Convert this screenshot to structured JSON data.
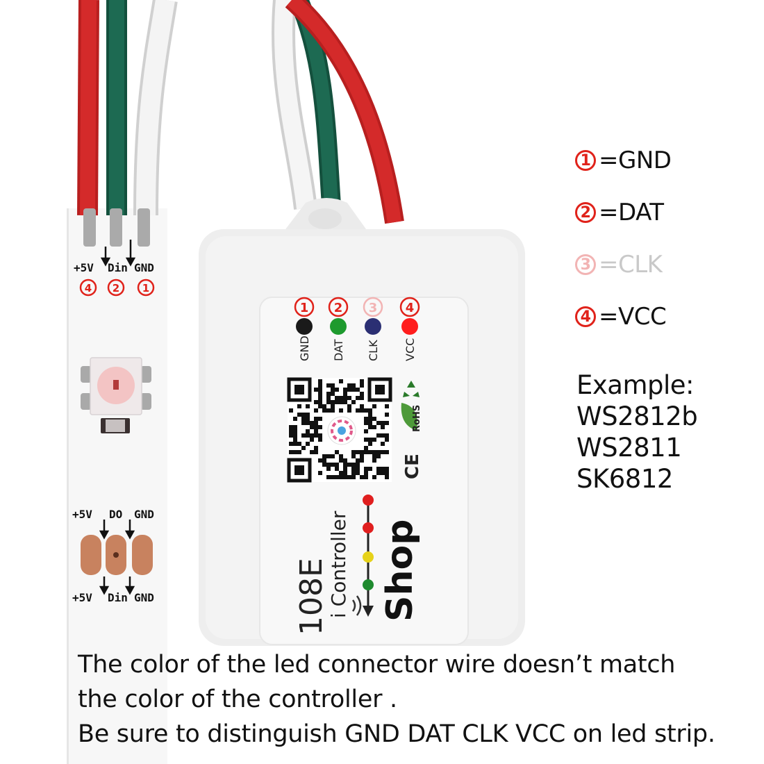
{
  "legend": [
    {
      "num": "1",
      "text": "=GND",
      "faded": false
    },
    {
      "num": "2",
      "text": "=DAT",
      "faded": false
    },
    {
      "num": "3",
      "text": "=CLK",
      "faded": true
    },
    {
      "num": "4",
      "text": "=VCC",
      "faded": false
    }
  ],
  "example": {
    "title": "Example:",
    "items": [
      "WS2812b",
      "WS2811",
      "SK6812"
    ]
  },
  "caption": {
    "line1": "The color of the led connector wire doesn’t match",
    "line2": "the color of the controller .",
    "line3": "Be sure to distinguish GND DAT CLK VCC on led strip."
  },
  "strip": {
    "top_labels": {
      "vcc": "+5V",
      "din": "Din",
      "gnd": "GND"
    },
    "top_numbers": {
      "vcc": "4",
      "din": "2",
      "gnd": "1"
    },
    "mid_labels": {
      "vcc": "+5V",
      "do": "DO",
      "gnd": "GND"
    },
    "bottom_labels": {
      "vcc": "+5V",
      "din": "Din",
      "gnd": "GND"
    }
  },
  "controller": {
    "pin_numbers": [
      "1",
      "2",
      "3",
      "4"
    ],
    "pin_labels": [
      "GND",
      "DAT",
      "CLK",
      "VCC"
    ],
    "model_text": "108E",
    "subtitle_text": "i Controller",
    "brand_text": "Shop",
    "rohs_text": "RoHS",
    "ce_text": "CE"
  },
  "colors": {
    "red_wire": "#d42a2a",
    "green_wire": "#1d6a52",
    "white_wire": "#f2f2f2",
    "accent_red": "#e0221a",
    "pin_gnd": "#1a1a1a",
    "pin_dat": "#1e9a2e",
    "pin_clk": "#2b2f73",
    "pin_vcc": "#ff1d1d"
  }
}
